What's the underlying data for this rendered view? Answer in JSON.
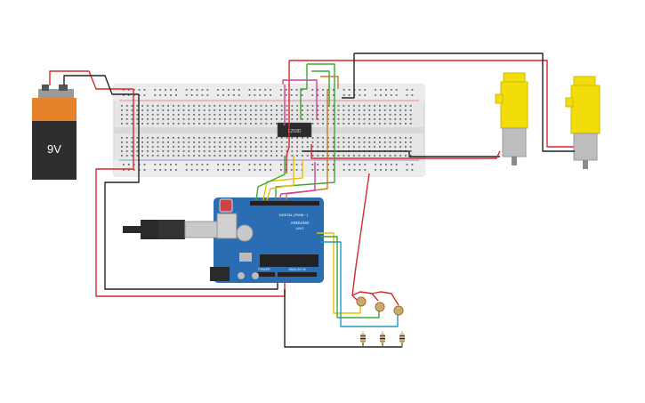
{
  "battery": {
    "label": "9V"
  },
  "breadboard": {
    "chip_label": "L293D"
  },
  "arduino": {
    "brand": "ARDUINO",
    "model": "UNO",
    "digital_label": "DIGITAL (PWM ~)",
    "power_label": "POWER",
    "analog_label": "ANALOG IN"
  },
  "motors": [
    {
      "id": "motor-left"
    },
    {
      "id": "motor-right"
    }
  ],
  "photoresistors": [
    {
      "id": "ldr-1"
    },
    {
      "id": "ldr-2"
    },
    {
      "id": "ldr-3"
    }
  ],
  "resistors": [
    {
      "id": "r-1"
    },
    {
      "id": "r-2"
    },
    {
      "id": "r-3"
    }
  ],
  "colors": {
    "wire_red": "#d42a2a",
    "wire_black": "#222222",
    "wire_green": "#3fa535",
    "wire_yellow": "#e5c200",
    "wire_orange": "#c87a2a",
    "wire_pink": "#d63f9e",
    "wire_teal": "#1e9bb5",
    "arduino_blue": "#2a6db3",
    "motor_yellow": "#f2dc0a",
    "breadboard": "#e4e4e4"
  }
}
